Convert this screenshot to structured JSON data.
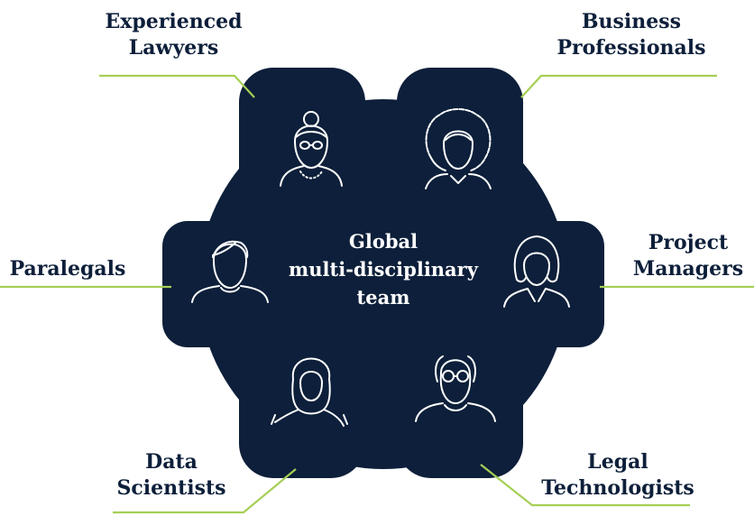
{
  "center": {
    "line1": "Global",
    "line2": "multi-disciplinary",
    "line3": "team"
  },
  "roles": {
    "experienced_lawyers": {
      "line1": "Experienced",
      "line2": "Lawyers",
      "icon": "woman-with-glasses-and-pearls-icon"
    },
    "business_professionals": {
      "line1": "Business",
      "line2": "Professionals",
      "icon": "woman-with-curly-hair-icon"
    },
    "paralegals": {
      "line1": "Paralegals",
      "icon": "young-man-icon"
    },
    "project_managers": {
      "line1": "Project",
      "line2": "Managers",
      "icon": "woman-with-bob-hair-icon"
    },
    "data_scientists": {
      "line1": "Data",
      "line2": "Scientists",
      "icon": "woman-with-hijab-icon"
    },
    "legal_technologists": {
      "line1": "Legal",
      "line2": "Technologists",
      "icon": "older-man-with-glasses-icon"
    }
  },
  "colors": {
    "gear": "#0d1f3a",
    "connector": "#a5cf55",
    "label_text": "#0d1f3a",
    "center_text": "#ffffff"
  }
}
